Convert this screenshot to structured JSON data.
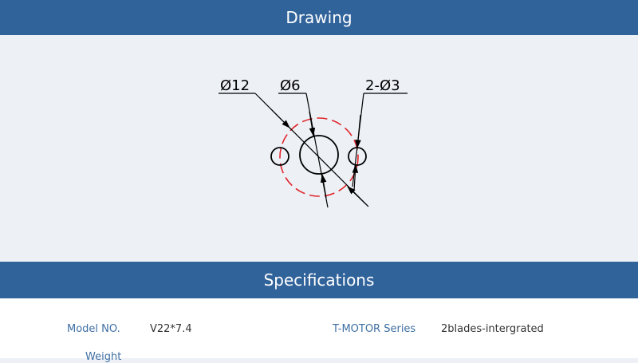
{
  "sections": {
    "drawing_title": "Drawing",
    "specifications_title": "Specifications"
  },
  "drawing": {
    "dim_outer": "Ø12",
    "dim_center": "Ø6",
    "dim_holes": "2-Ø3",
    "line_color": "#000000",
    "dashed_color": "#e0262b"
  },
  "specs": [
    {
      "label": "Model NO.",
      "value": "V22*7.4"
    },
    {
      "label": "T-MOTOR Series",
      "value": "2blades-intergrated"
    },
    {
      "label": "Weight",
      "value": ""
    }
  ],
  "colors": {
    "header_bg": "#31639b",
    "label_color": "#3f6fa3",
    "page_bg": "#edf1f6"
  }
}
